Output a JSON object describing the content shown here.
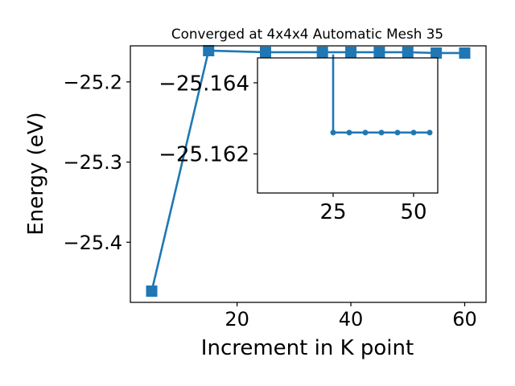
{
  "chart_data": [
    {
      "type": "line",
      "title": "Converged at 4x4x4 Automatic Mesh 35",
      "xlabel": "Increment in K point",
      "ylabel": "Energy (eV)",
      "xlim": [
        1.25,
        63.75
      ],
      "ylim": [
        -25.475,
        -25.155
      ],
      "x_ticks": [
        20,
        40,
        60
      ],
      "y_ticks": [
        -25.4,
        -25.3,
        -25.2
      ],
      "y_tick_labels": [
        "−25.4",
        "−25.3",
        "−25.2"
      ],
      "grid": false,
      "marker": "square",
      "color": "#1f77b4",
      "series": [
        {
          "x": [
            5,
            15,
            25,
            35,
            40,
            45,
            50,
            55,
            60
          ],
          "values": [
            -25.461,
            -25.161,
            -25.163,
            -25.163,
            -25.163,
            -25.163,
            -25.163,
            -25.164,
            -25.164
          ]
        }
      ]
    },
    {
      "type": "line",
      "role": "inset",
      "xlim": [
        1.5,
        57.5
      ],
      "ylim": [
        -25.1609,
        -25.1647
      ],
      "x_ticks": [
        25,
        50
      ],
      "y_ticks": [
        -25.164,
        -25.162
      ],
      "y_tick_labels": [
        "−25.164",
        "−25.162"
      ],
      "grid": false,
      "marker": "circle",
      "color": "#1f77b4",
      "series": [
        {
          "x": [
            25,
            25,
            30,
            35,
            40,
            45,
            50,
            55
          ],
          "values": [
            -25.1648,
            -25.1626,
            -25.1626,
            -25.1626,
            -25.1626,
            -25.1626,
            -25.1626,
            -25.1626
          ],
          "markers": [
            false,
            true,
            true,
            true,
            true,
            true,
            true,
            true
          ]
        }
      ]
    }
  ]
}
